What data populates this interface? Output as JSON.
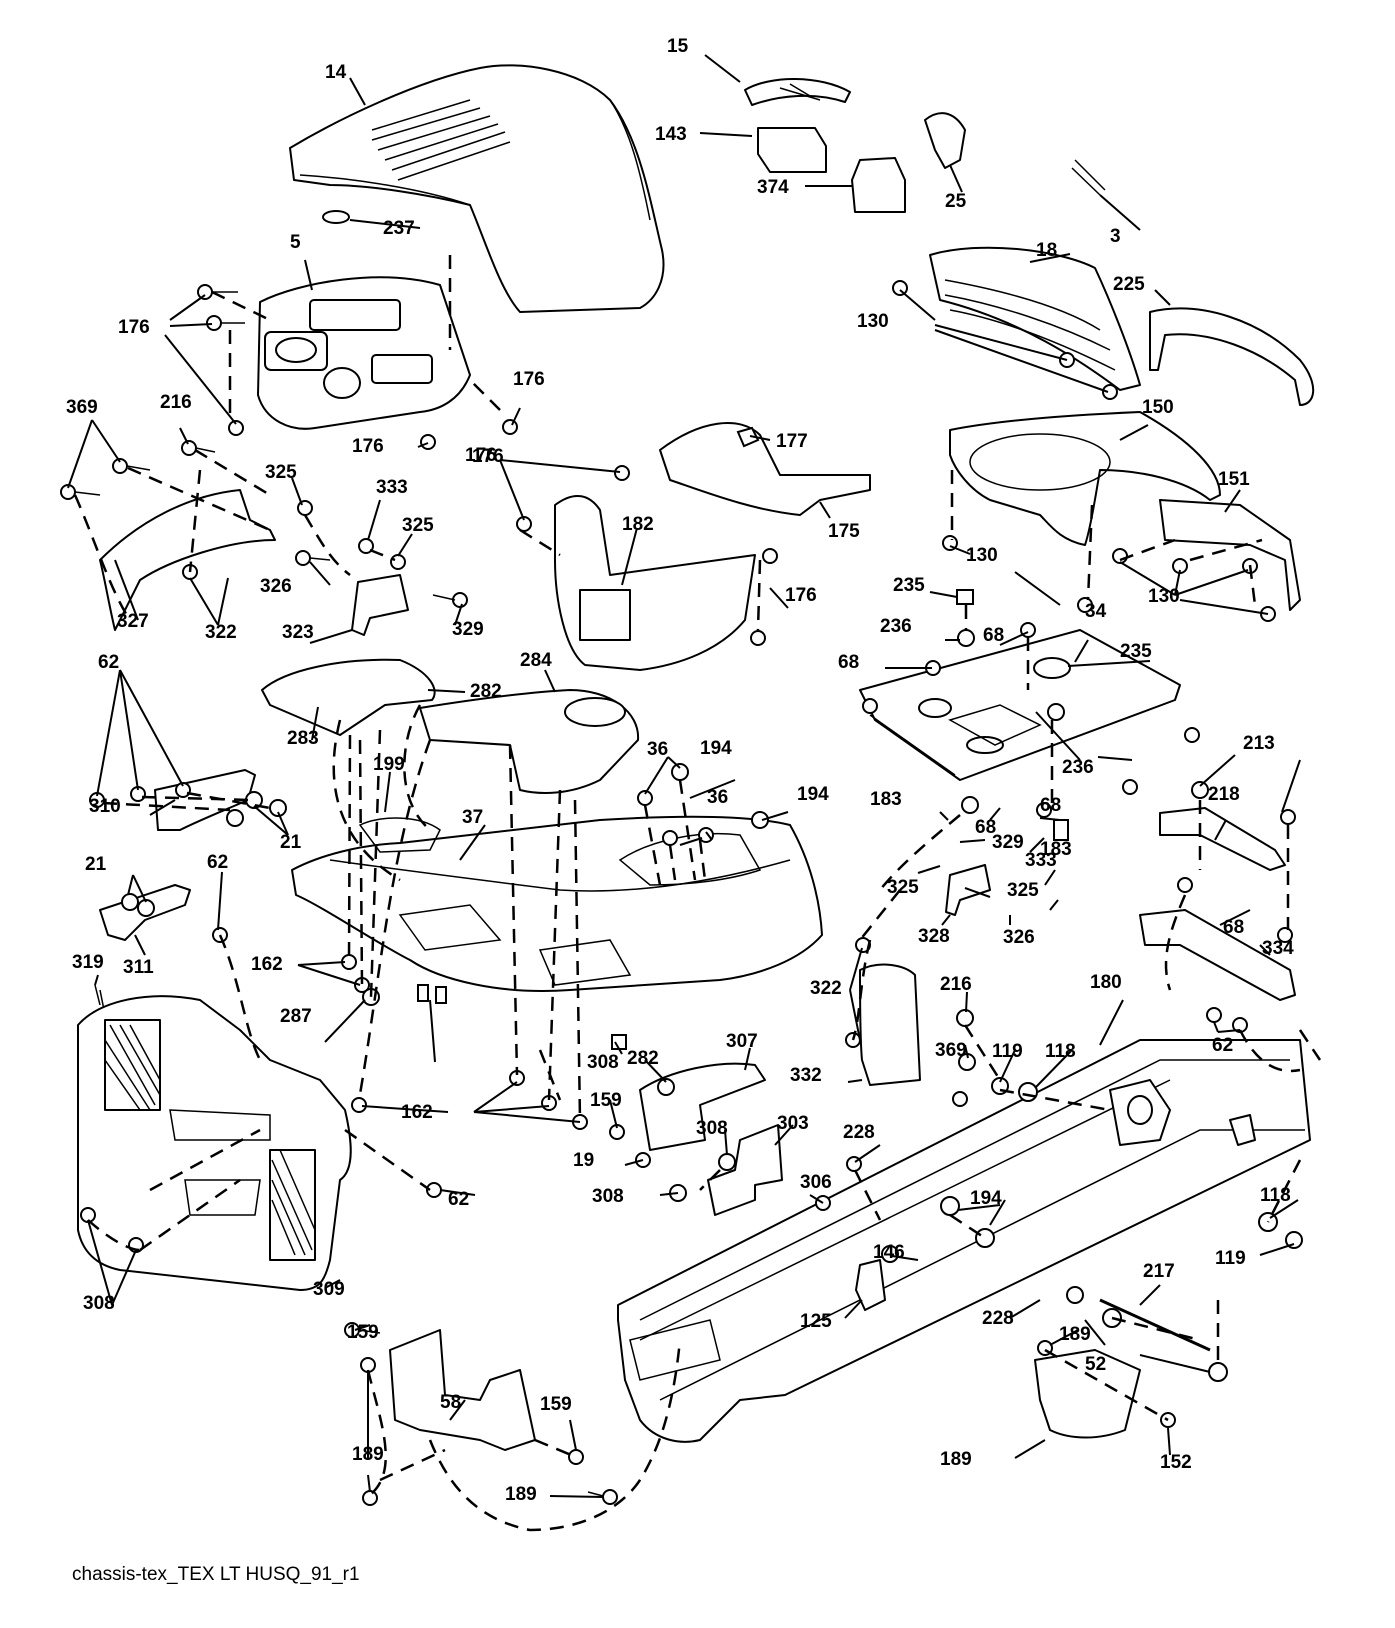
{
  "caption": "chassis-tex_TEX LT HUSQ_91_r1",
  "callouts": [
    "14",
    "15",
    "143",
    "374",
    "25",
    "3",
    "237",
    "5",
    "18",
    "225",
    "130",
    "176",
    "176",
    "176",
    "176",
    "369",
    "216",
    "325",
    "333",
    "325",
    "176",
    "177",
    "150",
    "151",
    "327",
    "322",
    "326",
    "323",
    "329",
    "182",
    "175",
    "130",
    "130",
    "176",
    "235",
    "236",
    "68",
    "34",
    "235",
    "68",
    "62",
    "284",
    "282",
    "283",
    "36",
    "194",
    "36",
    "194",
    "183",
    "68",
    "236",
    "68",
    "183",
    "213",
    "218",
    "310",
    "21",
    "199",
    "37",
    "329",
    "325",
    "333",
    "21",
    "62",
    "311",
    "325",
    "328",
    "326",
    "68",
    "334",
    "162",
    "319",
    "216",
    "322",
    "180",
    "287",
    "282",
    "119",
    "118",
    "62",
    "332",
    "369",
    "307",
    "308",
    "159",
    "308",
    "303",
    "19",
    "308",
    "162",
    "62",
    "228",
    "306",
    "194",
    "118",
    "119",
    "146",
    "309",
    "308",
    "125",
    "228",
    "217",
    "159",
    "189",
    "52",
    "58",
    "159",
    "189",
    "152",
    "189",
    "189"
  ]
}
